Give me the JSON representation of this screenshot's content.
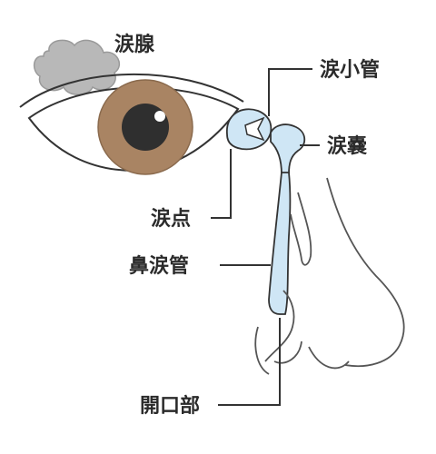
{
  "labels": {
    "lacrimal_gland": "涙腺",
    "canaliculus": "涙小管",
    "lacrimal_sac": "涙嚢",
    "punctum": "涙点",
    "nasolacrimal_duct": "鼻涙管",
    "opening": "開口部"
  },
  "colors": {
    "outline": "#333333",
    "iris": "#a98463",
    "pupil": "#2f2f2f",
    "duct_fill": "#cfe6f5",
    "gland_fill": "#b8b8b8",
    "nose_outline": "#555555"
  }
}
